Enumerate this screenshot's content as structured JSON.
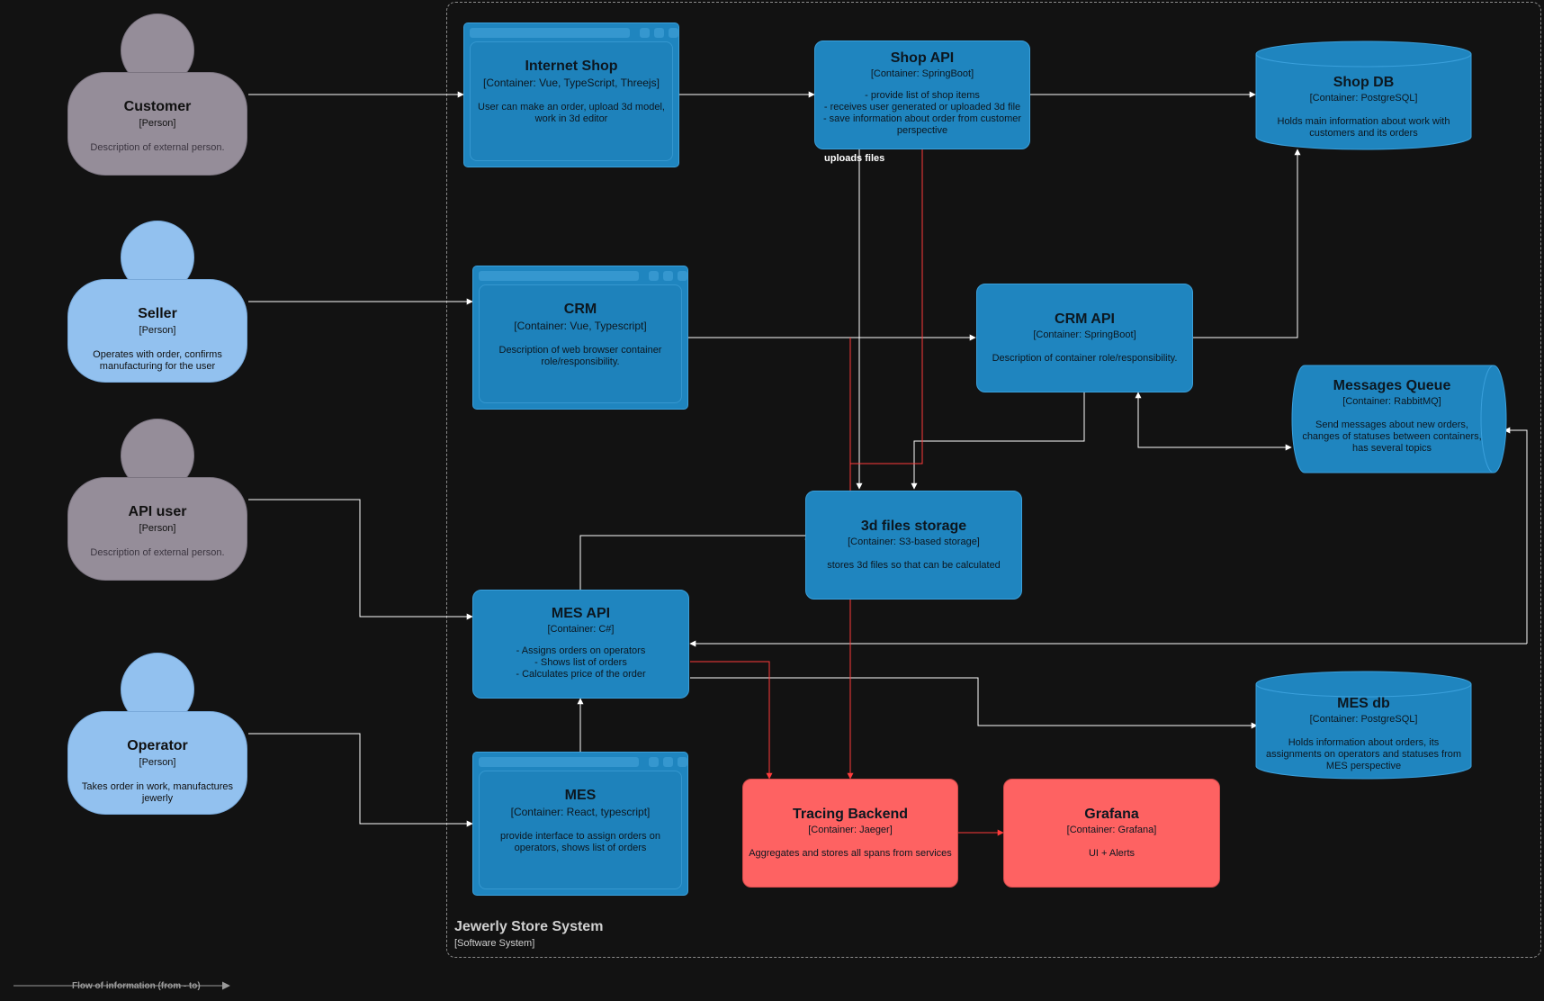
{
  "system": {
    "name": "Jewerly Store System",
    "type": "[Software System]"
  },
  "persons": {
    "customer": {
      "name": "Customer",
      "type": "[Person]",
      "desc": "Description of external person."
    },
    "seller": {
      "name": "Seller",
      "type": "[Person]",
      "desc": "Operates with order, confirms manufacturing for the user"
    },
    "api_user": {
      "name": "API user",
      "type": "[Person]",
      "desc": "Description of external person."
    },
    "operator": {
      "name": "Operator",
      "type": "[Person]",
      "desc": "Takes order in work, manufactures jewerly"
    }
  },
  "containers": {
    "internet_shop": {
      "name": "Internet Shop",
      "type": "[Container: Vue, TypeScript, Threejs]",
      "desc": "User can make an order, upload 3d model, work in 3d editor"
    },
    "crm": {
      "name": "CRM",
      "type": "[Container: Vue, Typescript]",
      "desc": "Description of web browser container role/responsibility."
    },
    "mes": {
      "name": "MES",
      "type": "[Container: React, typescript]",
      "desc": "provide interface to assign orders on operators, shows list of orders"
    },
    "shop_api": {
      "name": "Shop API",
      "type": "[Container: SpringBoot]",
      "desc_lines": [
        "- provide list of shop items",
        "- receives user generated or uploaded 3d file",
        "- save information about order from customer",
        "perspective"
      ]
    },
    "crm_api": {
      "name": "CRM API",
      "type": "[Container: SpringBoot]",
      "desc": "Description of container role/responsibility."
    },
    "files_storage": {
      "name": "3d files storage",
      "type": "[Container: S3-based storage]",
      "desc": "stores 3d files so that can be calculated"
    },
    "mes_api": {
      "name": "MES API",
      "type": "[Container: C#]",
      "desc_lines": [
        "- Assigns orders on operators",
        "- Shows list of orders",
        "- Calculates price of the order"
      ]
    },
    "tracing": {
      "name": "Tracing Backend",
      "type": "[Container: Jaeger]",
      "desc": "Aggregates and stores all spans from services"
    },
    "grafana": {
      "name": "Grafana",
      "type": "[Container: Grafana]",
      "desc": "UI + Alerts"
    },
    "shop_db": {
      "name": "Shop DB",
      "type": "[Container: PostgreSQL]",
      "desc": "Holds main information about work with customers and its orders"
    },
    "mes_db": {
      "name": "MES db",
      "type": "[Container: PostgreSQL]",
      "desc": "Holds information about orders, its assignments on operators and statuses from MES perspective"
    },
    "queue": {
      "name": "Messages Queue",
      "type": "[Container: RabbitMQ]",
      "desc": "Send messages about new orders, changes of statuses between containers, has several topics"
    }
  },
  "edge_labels": {
    "uploads_files": "uploads files"
  },
  "legend": {
    "label": "Flow of information (from - to)"
  },
  "colors": {
    "container": "#1f85bf",
    "external_person": "#958d99",
    "internal_person": "#92c1ef",
    "tracing": "#fe6262",
    "edge": "#ffffff",
    "trace_edge": "#ff3b3b"
  }
}
